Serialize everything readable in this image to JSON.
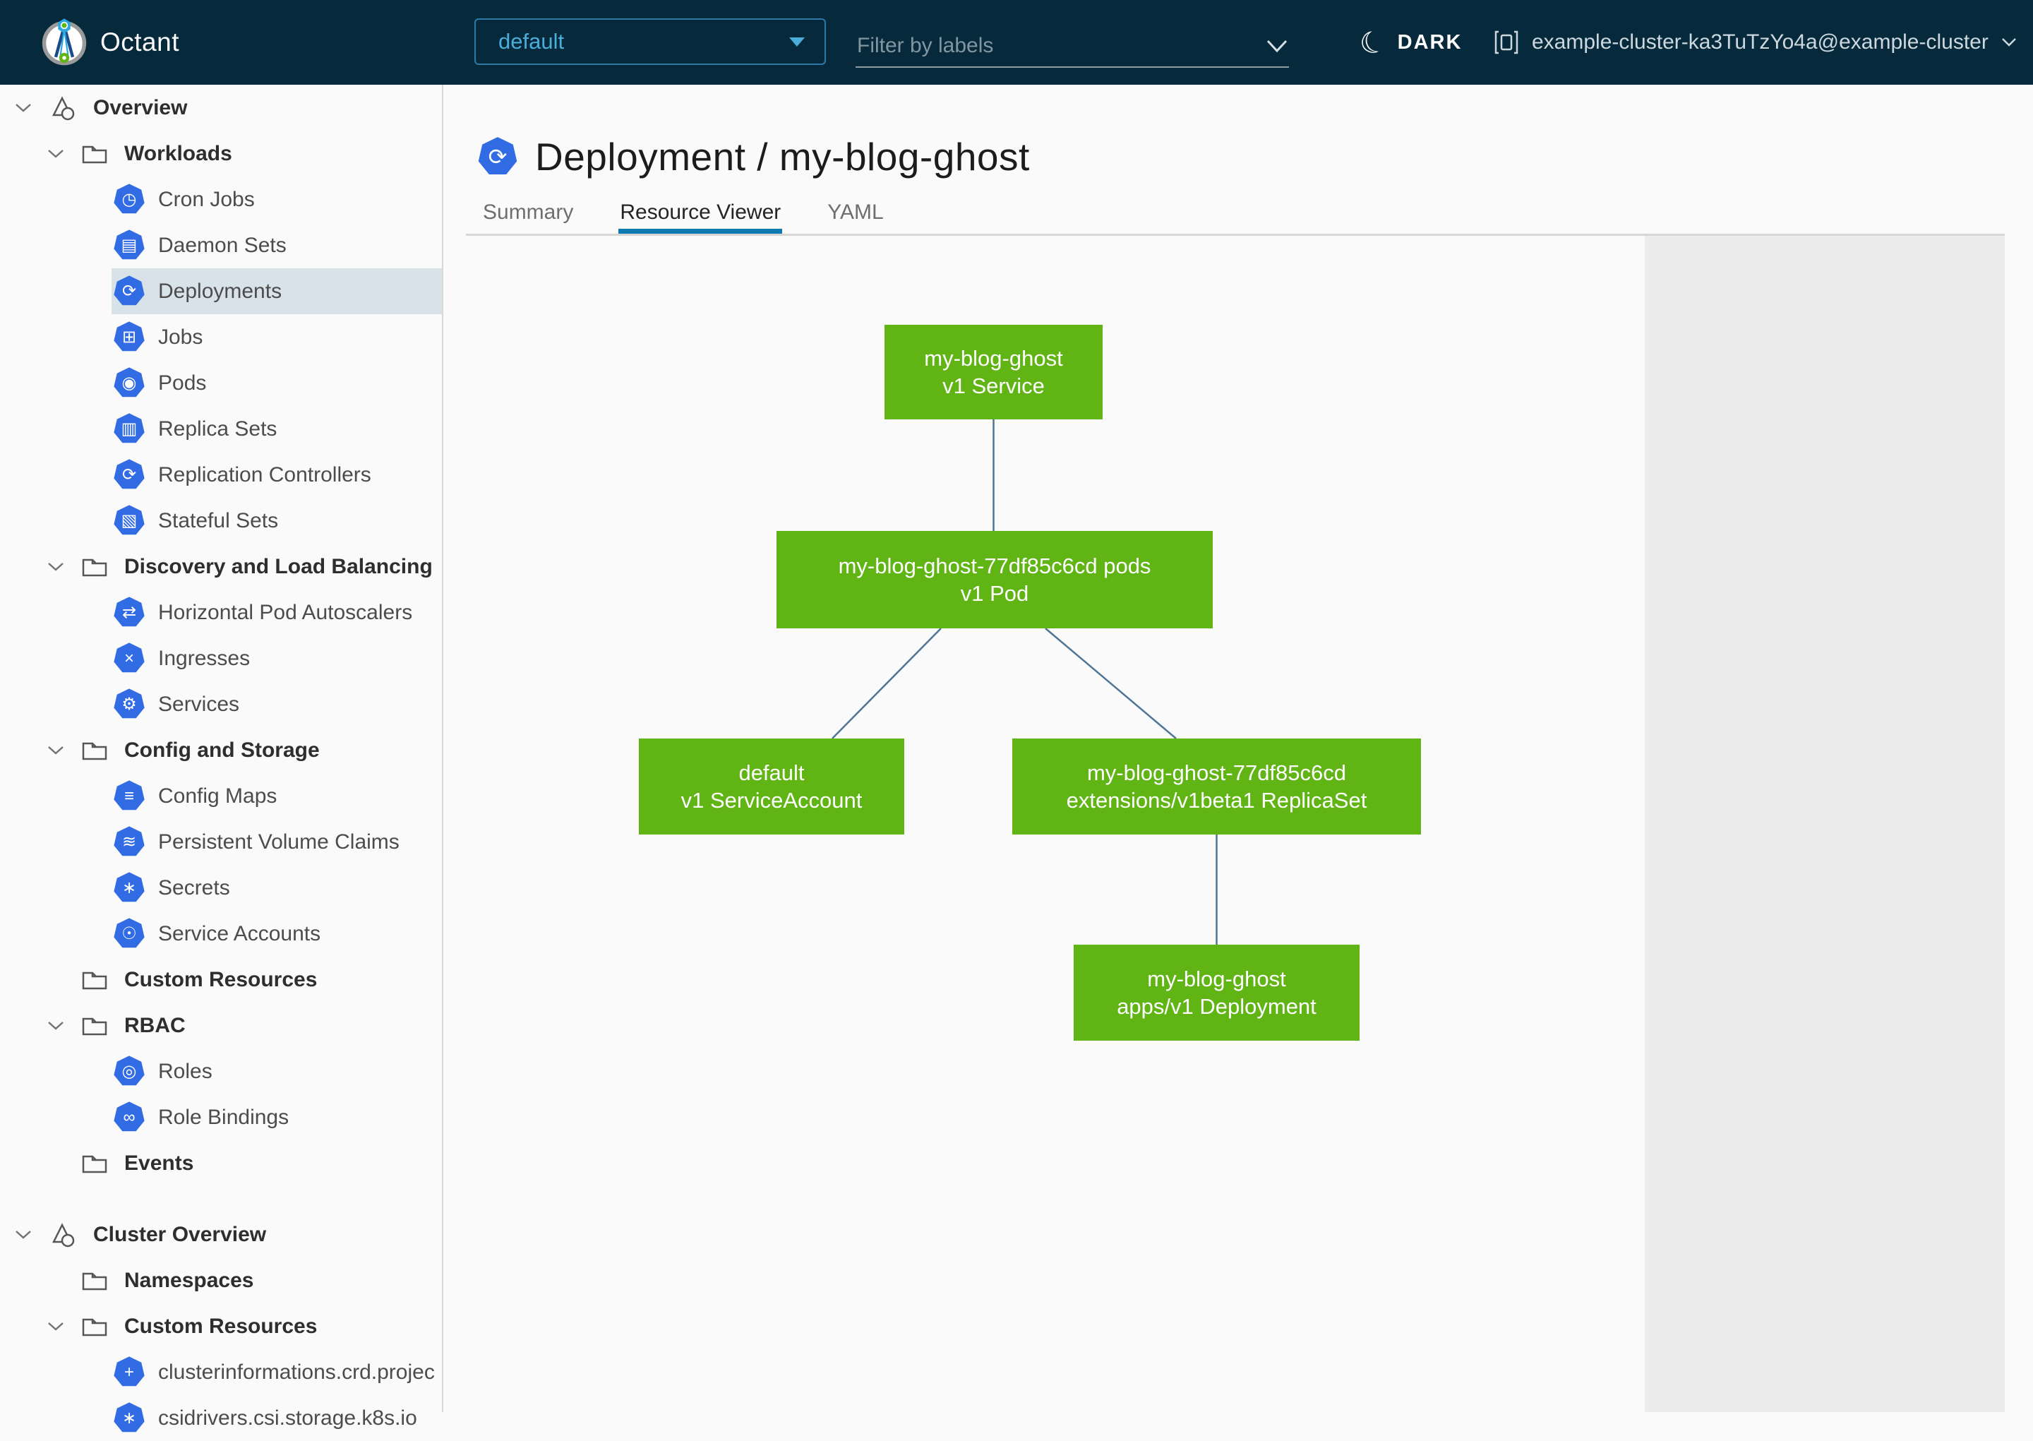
{
  "header": {
    "app_name": "Octant",
    "namespace_selector": {
      "value": "default"
    },
    "filter_input": {
      "placeholder": "Filter by labels"
    },
    "theme_toggle": {
      "label": "DARK",
      "icon": "moon-icon"
    },
    "cluster": {
      "label": "example-cluster-ka3TuTzYo4a@example-cluster"
    }
  },
  "sidebar": {
    "sections": [
      {
        "items": [
          {
            "level": 1,
            "chevron": true,
            "icon": "applications",
            "label": "Overview",
            "group": true
          },
          {
            "level": 2,
            "chevron": true,
            "icon": "folder",
            "label": "Workloads",
            "group": true
          },
          {
            "level": 3,
            "icon": "cronjob",
            "label": "Cron Jobs"
          },
          {
            "level": 3,
            "icon": "daemonset",
            "label": "Daemon Sets"
          },
          {
            "level": 3,
            "icon": "deployment",
            "label": "Deployments",
            "selected": true
          },
          {
            "level": 3,
            "icon": "job",
            "label": "Jobs"
          },
          {
            "level": 3,
            "icon": "pod",
            "label": "Pods"
          },
          {
            "level": 3,
            "icon": "replicaset",
            "label": "Replica Sets"
          },
          {
            "level": 3,
            "icon": "replicationcontroller",
            "label": "Replication Controllers"
          },
          {
            "level": 3,
            "icon": "statefulset",
            "label": "Stateful Sets"
          },
          {
            "level": 2,
            "chevron": true,
            "icon": "folder",
            "label": "Discovery and Load Balancing",
            "group": true
          },
          {
            "level": 3,
            "icon": "hpa",
            "label": "Horizontal Pod Autoscalers"
          },
          {
            "level": 3,
            "icon": "ingress",
            "label": "Ingresses"
          },
          {
            "level": 3,
            "icon": "service",
            "label": "Services"
          },
          {
            "level": 2,
            "chevron": true,
            "icon": "folder",
            "label": "Config and Storage",
            "group": true
          },
          {
            "level": 3,
            "icon": "configmap",
            "label": "Config Maps"
          },
          {
            "level": 3,
            "icon": "pvc",
            "label": "Persistent Volume Claims"
          },
          {
            "level": 3,
            "icon": "secret",
            "label": "Secrets"
          },
          {
            "level": 3,
            "icon": "serviceaccount",
            "label": "Service Accounts"
          },
          {
            "level": 2,
            "chevron": false,
            "icon": "folder",
            "label": "Custom Resources",
            "group": true
          },
          {
            "level": 2,
            "chevron": true,
            "icon": "folder",
            "label": "RBAC",
            "group": true
          },
          {
            "level": 3,
            "icon": "role",
            "label": "Roles"
          },
          {
            "level": 3,
            "icon": "rolebinding",
            "label": "Role Bindings"
          },
          {
            "level": 2,
            "chevron": false,
            "icon": "folder",
            "label": "Events",
            "group": true
          }
        ]
      },
      {
        "items": [
          {
            "level": 1,
            "chevron": true,
            "icon": "applications",
            "label": "Cluster Overview",
            "group": true
          },
          {
            "level": 2,
            "chevron": false,
            "icon": "folder",
            "label": "Namespaces",
            "group": true
          },
          {
            "level": 2,
            "chevron": true,
            "icon": "folder",
            "label": "Custom Resources",
            "group": true
          },
          {
            "level": 3,
            "icon": "crd",
            "label": "clusterinformations.crd.projec"
          },
          {
            "level": 3,
            "icon": "csidriver",
            "label": "csidrivers.csi.storage.k8s.io"
          }
        ]
      }
    ]
  },
  "main": {
    "title": {
      "kind": "Deployment",
      "name": "my-blog-ghost",
      "text": "Deployment / my-blog-ghost"
    },
    "tabs": [
      {
        "label": "Summary",
        "active": false
      },
      {
        "label": "Resource Viewer",
        "active": true
      },
      {
        "label": "YAML",
        "active": false
      }
    ]
  },
  "graph": {
    "nodes": [
      {
        "id": "service",
        "lines": [
          "my-blog-ghost",
          "v1 Service"
        ]
      },
      {
        "id": "pod",
        "lines": [
          "my-blog-ghost-77df85c6cd pods",
          "v1 Pod"
        ]
      },
      {
        "id": "serviceaccount",
        "lines": [
          "default",
          "v1 ServiceAccount"
        ]
      },
      {
        "id": "replicaset",
        "lines": [
          "my-blog-ghost-77df85c6cd",
          "extensions/v1beta1 ReplicaSet"
        ]
      },
      {
        "id": "deployment",
        "lines": [
          "my-blog-ghost",
          "apps/v1 Deployment"
        ]
      }
    ],
    "edges": [
      {
        "from": "service",
        "to": "pod"
      },
      {
        "from": "pod",
        "to": "serviceaccount"
      },
      {
        "from": "pod",
        "to": "replicaset"
      },
      {
        "from": "replicaset",
        "to": "deployment"
      }
    ]
  },
  "icons": {
    "moon": "☾",
    "cronjob": "◷",
    "daemonset": "▤",
    "deployment": "⟳",
    "job": "⊞",
    "pod": "◉",
    "replicaset": "▥",
    "replicationcontroller": "⟳",
    "statefulset": "▧",
    "hpa": "⇄",
    "ingress": "×",
    "service": "⚙",
    "configmap": "≡",
    "pvc": "≋",
    "secret": "∗",
    "serviceaccount": "☉",
    "role": "◎",
    "rolebinding": "∞",
    "crd": "+",
    "csidriver": "∗"
  },
  "colors": {
    "header_bg": "#062a3c",
    "accent_blue": "#4badd9",
    "k8s_icon_blue": "#326ce5",
    "selected_row_bg": "#d8e3e9",
    "node_green": "#60b515",
    "edge_color": "#4f7596",
    "tab_underline": "#0f7ab2",
    "details_panel_bg": "#ececec"
  }
}
